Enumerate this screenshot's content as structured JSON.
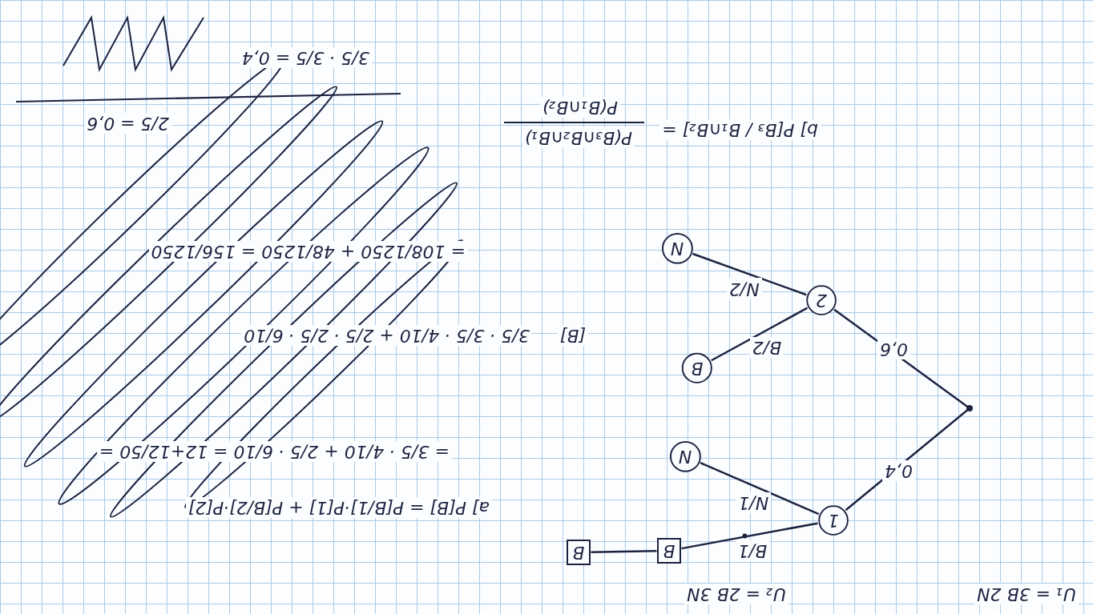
{
  "diagram": {
    "nodes": [
      {
        "text": [
          "1"
        ]
      },
      {
        "text": [
          "B"
        ]
      },
      {
        "text": [
          "B"
        ]
      },
      {
        "text": [
          "N"
        ]
      },
      {
        "text": [
          "2"
        ]
      },
      {
        "text": [
          "B"
        ]
      },
      {
        "text": [
          "N"
        ]
      }
    ],
    "edges": [
      {
        "from": 0,
        "to": 1,
        "label": "B/1",
        "arrow": "none"
      },
      {
        "from": 1,
        "to": 2,
        "arrow": "none"
      },
      {
        "from": 0,
        "to": 3,
        "label": "N/1",
        "arrow": "none"
      },
      {
        "from": 4,
        "to": 5,
        "label": "B/2",
        "arrow": "none"
      },
      {
        "from": 4,
        "to": 6,
        "label": "N/2",
        "arrow": "none"
      }
    ],
    "labels": [
      "U₁ = 3B 2N",
      "U₂ = 2B 3N",
      "0,4",
      "0,6",
      "a] P[B] = P[B/1]·P[1] + P[B/2]·P[2]",
      "= 3/5 · 4/10 + 2/5 · 6/10 = 12+12/50 =",
      "[B]",
      "3/5 · 3/5 · 4/10 + 2/5 · 2/5 · 6/10",
      "= 108/1250 + 48/1250 = 156/1250",
      "b] P[B₃ / B₁∩B₂] =",
      "P(B₃∩B₂∩B₁)",
      "P(B₁∩B₂)",
      "3/5 · 3/5 = 0,4",
      "2/5 = 0,6"
    ]
  }
}
